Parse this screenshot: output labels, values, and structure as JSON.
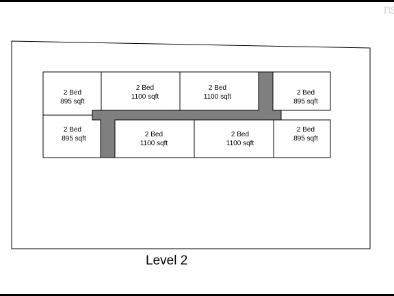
{
  "logo_text": "ns",
  "level_label": "Level 2",
  "units": [
    {
      "id": "top-1",
      "beds": "2 Bed",
      "area": "895 sqft"
    },
    {
      "id": "top-2",
      "beds": "2 Bed",
      "area": "1100 sqft"
    },
    {
      "id": "top-3",
      "beds": "2 Bed",
      "area": "1100 sqft"
    },
    {
      "id": "top-4",
      "beds": "2 Bed",
      "area": "895 sqft"
    },
    {
      "id": "bottom-1",
      "beds": "2 Bed",
      "area": "895 sqft"
    },
    {
      "id": "bottom-2",
      "beds": "2 Bed",
      "area": "1100 sqft"
    },
    {
      "id": "bottom-3",
      "beds": "2 Bed",
      "area": "1100 sqft"
    },
    {
      "id": "bottom-4",
      "beds": "2 Bed",
      "area": "895 sqft"
    }
  ],
  "colors": {
    "outline": "#000000",
    "corridor": "#7f7f7f",
    "background": "#ffffff"
  }
}
